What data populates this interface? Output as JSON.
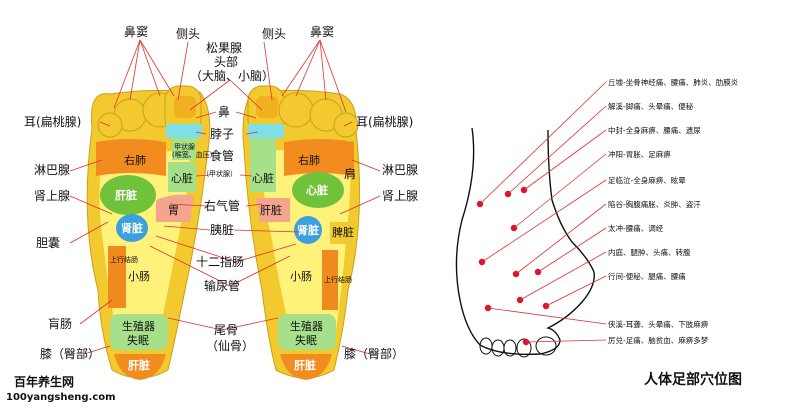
{
  "labels": {
    "bi_dou_l": "鼻窦",
    "ce_tou_l": "侧头",
    "ce_tou_r": "侧头",
    "bi_dou_r": "鼻窦",
    "song_guo": "松果腺",
    "tou_bu": "头部",
    "da_xiao_nao": "（大脑、小脑）",
    "er_l": "耳(扁桃腺)",
    "er_r": "耳(扁桃腺)",
    "bi": "鼻",
    "bozi": "脖子",
    "lin_l": "淋巴腺",
    "lin_r": "淋巴腺",
    "jian": "肩",
    "shi_guan": "食管",
    "jia_zhuang": "（甲状腺）",
    "shen_shang_l": "肾上腺",
    "shen_shang_r": "肾上腺",
    "you_qi_guan": "右气管",
    "dan_nang": "胆囊",
    "yi_zang": "胰脏",
    "shi_er": "十二指肠",
    "shu_niao": "输尿管",
    "mang_chang": "肓肠",
    "xi_l": "膝（臀部）",
    "xi_r": "膝（臀部）",
    "wei_gu": "尾骨",
    "xian_gu": "（仙骨）"
  },
  "organs": {
    "you_fei": "右肺",
    "gan_zang_l": "肝脏",
    "shen_zang_l": "肾脏",
    "xiao_chang_l": "小肠",
    "shang_xing_l": "上行结肠",
    "sheng_zhi_l": "生殖器",
    "shi_mian_l": "失眠",
    "gan_zang_bottom_l": "肝脏",
    "jia_zhuang_l": "甲状腺",
    "jia_zhuang_sub_l": "(喉宽、血压)",
    "xin_zang_l": "心脏",
    "wei": "胃",
    "xin_zang_r": "心脏",
    "gan_zang_r": "肝脏",
    "xin_zang_big_r": "心脏",
    "shen_zang_r": "肾脏",
    "pi_zang_r": "脾脏",
    "xiao_chang_r": "小肠",
    "shang_xing_r": "上行结肠",
    "sheng_zhi_r": "生殖器",
    "shi_mian_r": "失眠",
    "gan_zang_bottom_r": "肝脏",
    "fei_r": "右肺"
  },
  "points": [
    "丘墟-坐骨神经痛、腰痛、肺炎、肋膜炎",
    "解溪-脚痛、头晕痛、便秘",
    "中封-全身麻痹、腰痛、遗尿",
    "冲阳-胃胀、足麻痹",
    "足临泣-全身麻痹、眩晕",
    "陷谷-胸腹痛胀、炎肿、盗汗",
    "太冲-腰痛、调经",
    "内庭、腿肿、头痛、转腹",
    "行间-便秘、腿痛、腰痛",
    "侠溪-耳聋、头晕痛、下肢麻痹",
    "厉兑-足痛、脑贫血、麻痹多梦"
  ],
  "brand": {
    "name": "百年养生网",
    "url": "100yangsheng.com"
  },
  "diagram_title": "人体足部穴位图"
}
